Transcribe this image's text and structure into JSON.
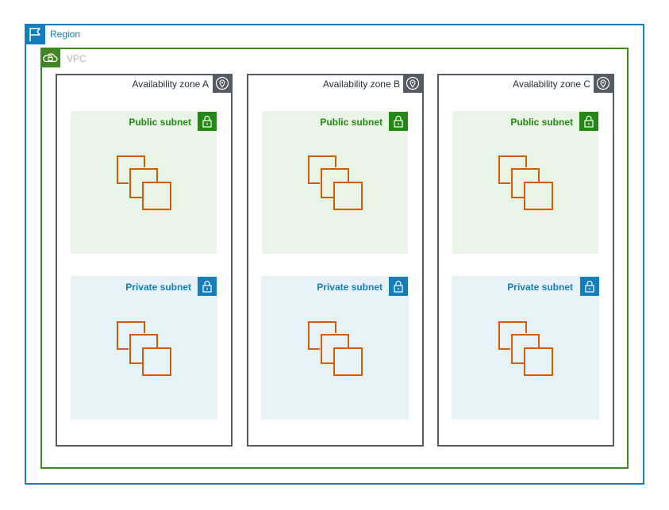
{
  "region": {
    "label": "Region"
  },
  "vpc": {
    "label": "VPC"
  },
  "zones": [
    {
      "label": "Availability zone A",
      "public_subnet": "Public subnet",
      "private_subnet": "Private subnet"
    },
    {
      "label": "Availability zone B",
      "public_subnet": "Public subnet",
      "private_subnet": "Private subnet"
    },
    {
      "label": "Availability zone C",
      "public_subnet": "Public subnet",
      "private_subnet": "Private subnet"
    }
  ],
  "colors": {
    "region": "#147eba",
    "vpc": "#3f8624",
    "availability_zone": "#545b64",
    "public_subnet": "#248814",
    "private_subnet": "#147eba",
    "instance": "#d45b07"
  },
  "icons": {
    "region": "region-flag-icon",
    "vpc": "vpc-cloud-lock-icon",
    "availability_zone": "location-pin-icon",
    "subnet": "padlock-icon",
    "instances": "ec2-instances-icon"
  }
}
